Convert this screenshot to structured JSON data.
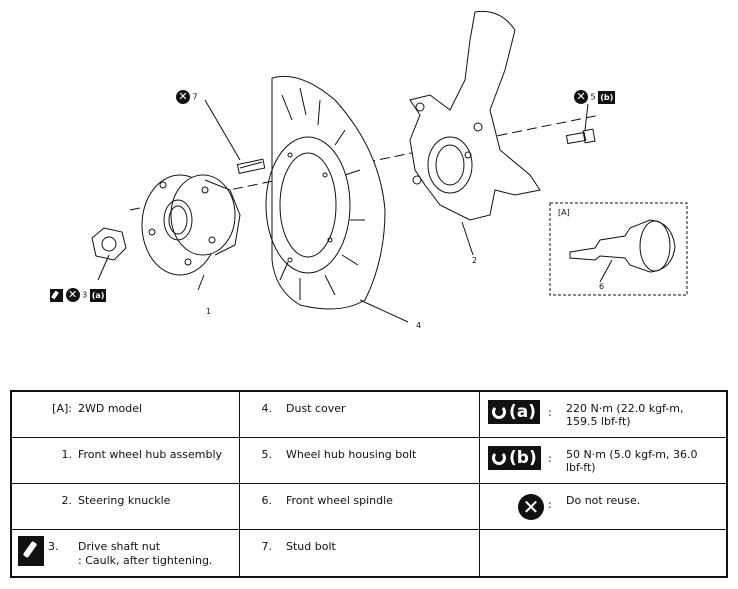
{
  "diagram": {
    "callouts": {
      "c1": "1",
      "c2": "2",
      "c3": "3",
      "c4": "4",
      "c5": "5",
      "c6": "6",
      "c7": "7",
      "torque_a": "(a)",
      "torque_b": "(b)",
      "inset_label": "[A]"
    }
  },
  "table": {
    "rows": [
      [
        {
          "num": "[A]:",
          "text": "2WD model"
        },
        {
          "num": "4.",
          "text": "Dust cover"
        },
        {
          "icon": "torque-a-icon",
          "icon_text": "(a)",
          "text": "220 N·m (22.0 kgf-m, 159.5 lbf-ft)"
        }
      ],
      [
        {
          "num": "1.",
          "text": "Front wheel hub assembly"
        },
        {
          "num": "5.",
          "text": "Wheel hub housing bolt"
        },
        {
          "icon": "torque-b-icon",
          "icon_text": "(b)",
          "text": "50 N·m (5.0 kgf-m, 36.0 lbf-ft)"
        }
      ],
      [
        {
          "num": "2.",
          "text": "Steering knuckle"
        },
        {
          "num": "6.",
          "text": "Front wheel spindle"
        },
        {
          "icon": "do-not-reuse-icon",
          "text": "Do not reuse."
        }
      ],
      [
        {
          "num": "3.",
          "text": "Drive shaft nut",
          "text2": ": Caulk, after tightening."
        },
        {
          "num": "7.",
          "text": "Stud bolt"
        },
        {
          "text": ""
        }
      ]
    ],
    "colon": ":"
  }
}
